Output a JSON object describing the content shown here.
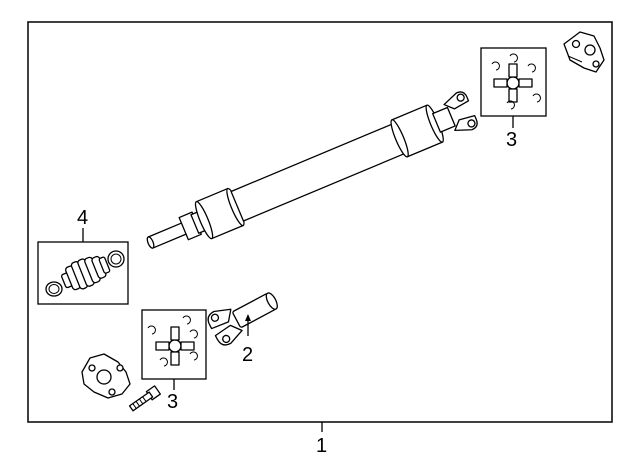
{
  "callouts": {
    "assembly": "1",
    "yoke": "2",
    "ujoint_kit_front": "3",
    "ujoint_kit_rear": "3",
    "boot_kit": "4"
  }
}
